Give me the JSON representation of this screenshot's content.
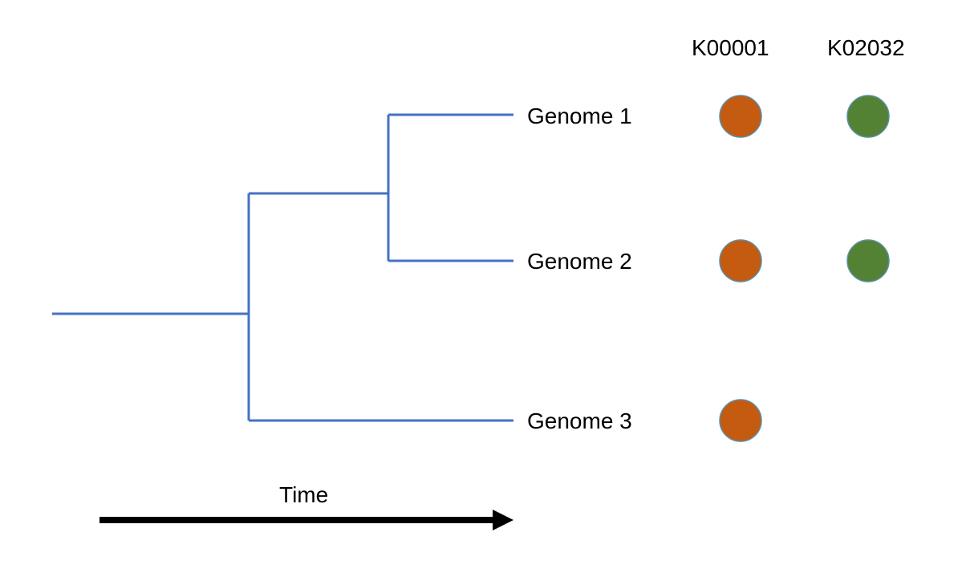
{
  "diagram": {
    "columns": [
      {
        "id": "K00001",
        "label": "K00001",
        "color": "#C55A11"
      },
      {
        "id": "K02032",
        "label": "K02032",
        "color": "#548235"
      }
    ],
    "genomes": [
      {
        "label": "Genome 1",
        "present": [
          "K00001",
          "K02032"
        ]
      },
      {
        "label": "Genome 2",
        "present": [
          "K00001",
          "K02032"
        ]
      },
      {
        "label": "Genome 3",
        "present": [
          "K00001"
        ]
      }
    ],
    "axis_label": "Time",
    "tree_color": "#4472C4",
    "arrow_color": "#000000",
    "circle_outline_color": "#5B8FA8"
  }
}
